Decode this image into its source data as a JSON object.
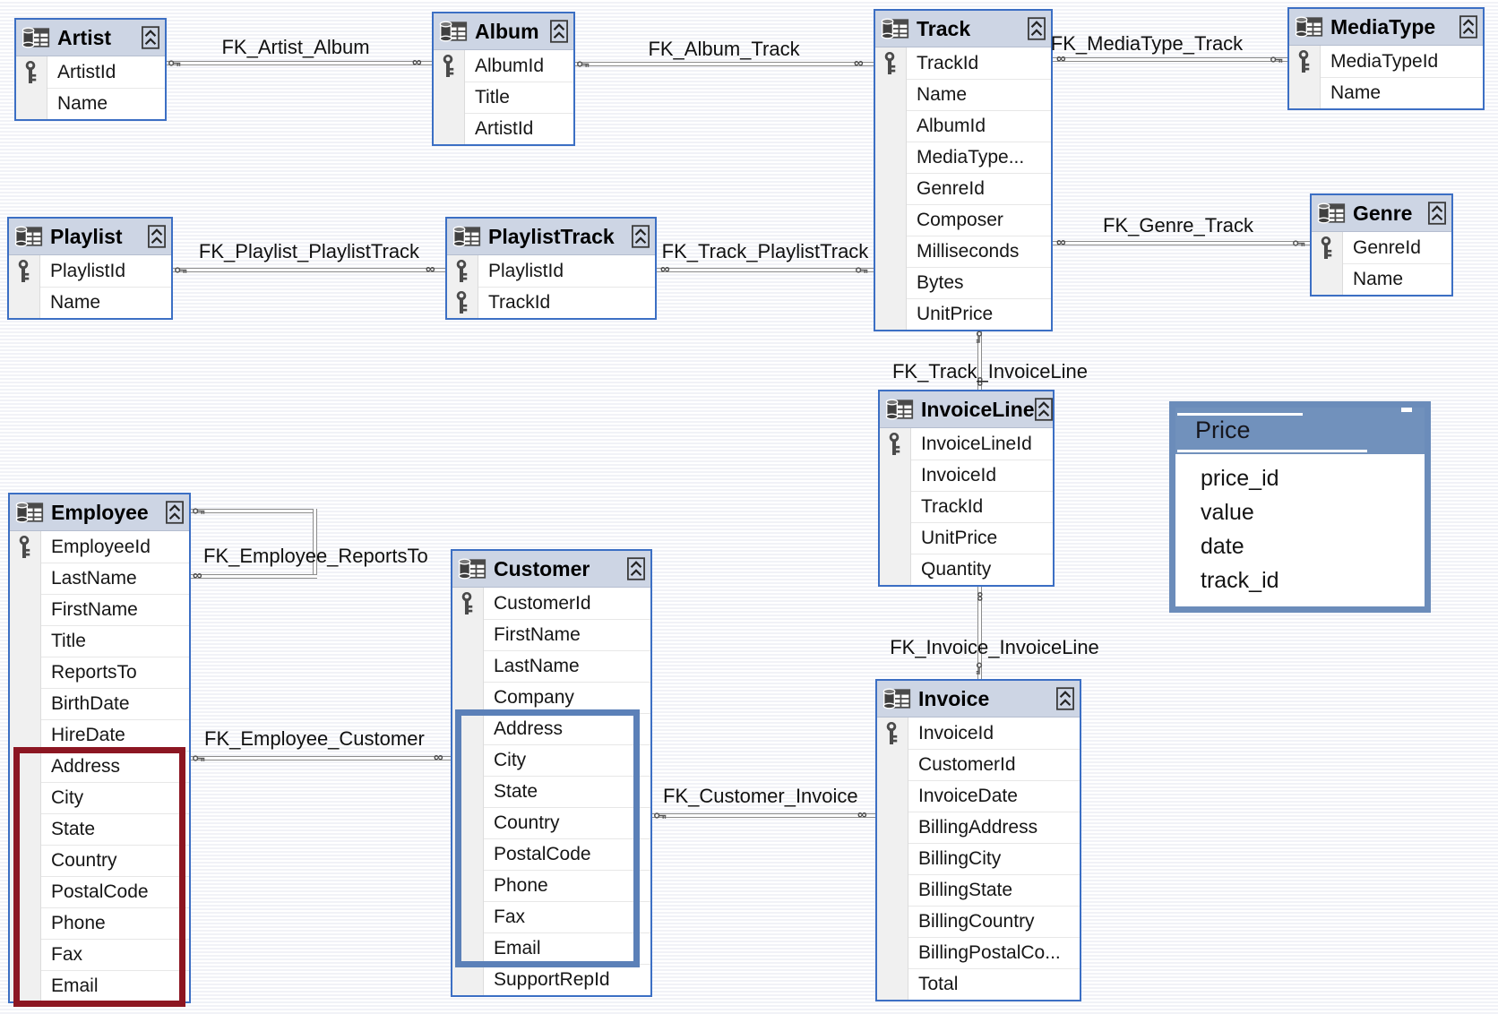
{
  "diagram": {
    "tables": [
      {
        "id": "artist",
        "title": "Artist",
        "fields": [
          {
            "name": "ArtistId",
            "key": true
          },
          {
            "name": "Name",
            "key": false
          }
        ]
      },
      {
        "id": "album",
        "title": "Album",
        "fields": [
          {
            "name": "AlbumId",
            "key": true
          },
          {
            "name": "Title",
            "key": false
          },
          {
            "name": "ArtistId",
            "key": false
          }
        ]
      },
      {
        "id": "track",
        "title": "Track",
        "fields": [
          {
            "name": "TrackId",
            "key": true
          },
          {
            "name": "Name",
            "key": false
          },
          {
            "name": "AlbumId",
            "key": false
          },
          {
            "name": "MediaType...",
            "key": false
          },
          {
            "name": "GenreId",
            "key": false
          },
          {
            "name": "Composer",
            "key": false
          },
          {
            "name": "Milliseconds",
            "key": false
          },
          {
            "name": "Bytes",
            "key": false
          },
          {
            "name": "UnitPrice",
            "key": false
          }
        ]
      },
      {
        "id": "mediatype",
        "title": "MediaType",
        "fields": [
          {
            "name": "MediaTypeId",
            "key": true
          },
          {
            "name": "Name",
            "key": false
          }
        ]
      },
      {
        "id": "genre",
        "title": "Genre",
        "fields": [
          {
            "name": "GenreId",
            "key": true
          },
          {
            "name": "Name",
            "key": false
          }
        ]
      },
      {
        "id": "playlist",
        "title": "Playlist",
        "fields": [
          {
            "name": "PlaylistId",
            "key": true
          },
          {
            "name": "Name",
            "key": false
          }
        ]
      },
      {
        "id": "playlisttrack",
        "title": "PlaylistTrack",
        "fields": [
          {
            "name": "PlaylistId",
            "key": true
          },
          {
            "name": "TrackId",
            "key": true
          }
        ]
      },
      {
        "id": "invoiceline",
        "title": "InvoiceLine",
        "fields": [
          {
            "name": "InvoiceLineId",
            "key": true
          },
          {
            "name": "InvoiceId",
            "key": false
          },
          {
            "name": "TrackId",
            "key": false
          },
          {
            "name": "UnitPrice",
            "key": false
          },
          {
            "name": "Quantity",
            "key": false
          }
        ]
      },
      {
        "id": "employee",
        "title": "Employee",
        "fields": [
          {
            "name": "EmployeeId",
            "key": true
          },
          {
            "name": "LastName",
            "key": false
          },
          {
            "name": "FirstName",
            "key": false
          },
          {
            "name": "Title",
            "key": false
          },
          {
            "name": "ReportsTo",
            "key": false
          },
          {
            "name": "BirthDate",
            "key": false
          },
          {
            "name": "HireDate",
            "key": false
          },
          {
            "name": "Address",
            "key": false
          },
          {
            "name": "City",
            "key": false
          },
          {
            "name": "State",
            "key": false
          },
          {
            "name": "Country",
            "key": false
          },
          {
            "name": "PostalCode",
            "key": false
          },
          {
            "name": "Phone",
            "key": false
          },
          {
            "name": "Fax",
            "key": false
          },
          {
            "name": "Email",
            "key": false
          }
        ]
      },
      {
        "id": "customer",
        "title": "Customer",
        "fields": [
          {
            "name": "CustomerId",
            "key": true
          },
          {
            "name": "FirstName",
            "key": false
          },
          {
            "name": "LastName",
            "key": false
          },
          {
            "name": "Company",
            "key": false
          },
          {
            "name": "Address",
            "key": false
          },
          {
            "name": "City",
            "key": false
          },
          {
            "name": "State",
            "key": false
          },
          {
            "name": "Country",
            "key": false
          },
          {
            "name": "PostalCode",
            "key": false
          },
          {
            "name": "Phone",
            "key": false
          },
          {
            "name": "Fax",
            "key": false
          },
          {
            "name": "Email",
            "key": false
          },
          {
            "name": "SupportRepId",
            "key": false
          }
        ]
      },
      {
        "id": "invoice",
        "title": "Invoice",
        "fields": [
          {
            "name": "InvoiceId",
            "key": true
          },
          {
            "name": "CustomerId",
            "key": false
          },
          {
            "name": "InvoiceDate",
            "key": false
          },
          {
            "name": "BillingAddress",
            "key": false
          },
          {
            "name": "BillingCity",
            "key": false
          },
          {
            "name": "BillingState",
            "key": false
          },
          {
            "name": "BillingCountry",
            "key": false
          },
          {
            "name": "BillingPostalCo...",
            "key": false
          },
          {
            "name": "Total",
            "key": false
          }
        ]
      }
    ],
    "annotation_table": {
      "id": "price",
      "title": "Price",
      "fields": [
        "price_id",
        "value",
        "date",
        "track_id"
      ]
    },
    "relationships": [
      {
        "id": "fk-artist-album",
        "label": "FK_Artist_Album",
        "from": "artist",
        "to": "album"
      },
      {
        "id": "fk-album-track",
        "label": "FK_Album_Track",
        "from": "album",
        "to": "track"
      },
      {
        "id": "fk-mediatype-track",
        "label": "FK_MediaType_Track",
        "from": "mediatype",
        "to": "track"
      },
      {
        "id": "fk-genre-track",
        "label": "FK_Genre_Track",
        "from": "genre",
        "to": "track"
      },
      {
        "id": "fk-playlist-playlisttrack",
        "label": "FK_Playlist_PlaylistTrack",
        "from": "playlist",
        "to": "playlisttrack"
      },
      {
        "id": "fk-track-playlisttrack",
        "label": "FK_Track_PlaylistTrack",
        "from": "track",
        "to": "playlisttrack"
      },
      {
        "id": "fk-track-invoiceline",
        "label": "FK_Track_InvoiceLine",
        "from": "track",
        "to": "invoiceline"
      },
      {
        "id": "fk-invoice-invoiceline",
        "label": "FK_Invoice_InvoiceLine",
        "from": "invoice",
        "to": "invoiceline"
      },
      {
        "id": "fk-employee-reportsto",
        "label": "FK_Employee_ReportsTo",
        "from": "employee",
        "to": "employee"
      },
      {
        "id": "fk-employee-customer",
        "label": "FK_Employee_Customer",
        "from": "employee",
        "to": "customer"
      },
      {
        "id": "fk-customer-invoice",
        "label": "FK_Customer_Invoice",
        "from": "customer",
        "to": "invoice"
      }
    ],
    "colors": {
      "table_border": "#3c6fc4",
      "table_header_bg": "#cdd5e4",
      "gutter_bg": "#f0f0f0",
      "row_divider": "#e7e7e7",
      "connector": "#8c8c8c",
      "employee_highlight": "#8c1622",
      "customer_highlight": "#5b80b8",
      "price_header_bg": "#7191bc",
      "price_border": "#6b8cba",
      "background_stripe": "#f1f2f7",
      "text": "#141414"
    }
  }
}
